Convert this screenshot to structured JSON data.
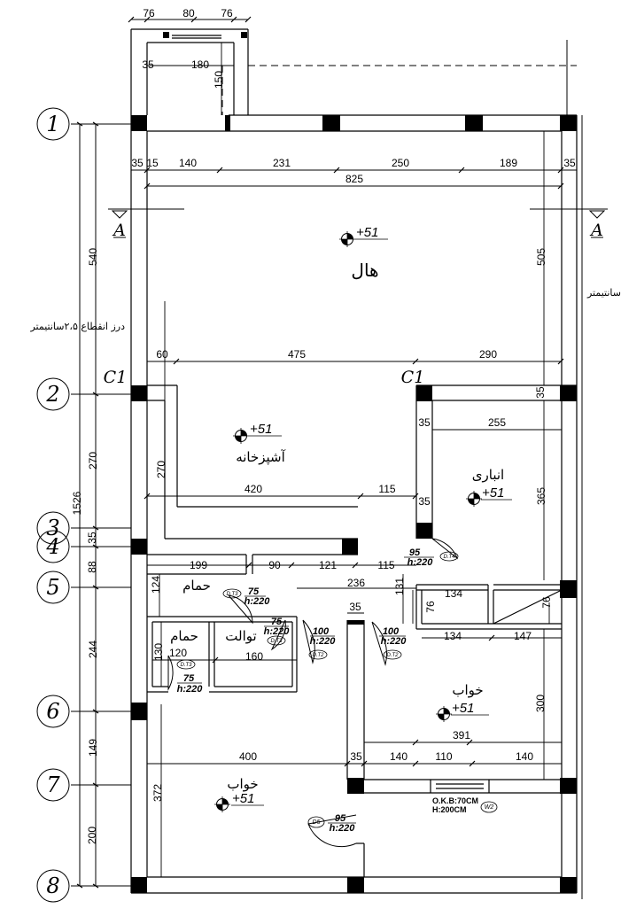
{
  "rooms": {
    "hall": "هال",
    "kitchen": "آشپزخانه",
    "storage": "انباری",
    "bath_upper": "حمام",
    "bath_lower": "حمام",
    "toilet": "توالت",
    "bedroom_right": "خواب",
    "bedroom_left": "خواب"
  },
  "levels": {
    "hall": "+51",
    "kitchen": "+51",
    "storage": "+51",
    "bedroom_right": "+51",
    "bedroom_left": "+51"
  },
  "axes": [
    "1",
    "2",
    "3",
    "4",
    "5",
    "6",
    "7",
    "8"
  ],
  "section": {
    "left": "A",
    "right": "A"
  },
  "columns": {
    "c1_left": "C1",
    "c1_mid": "C1"
  },
  "side_note_left": "درز انقطاع ۲،۵سانتیمتر",
  "side_note_right": "سانتیمتر",
  "dims": {
    "top_76_left": "76",
    "top_80": "80",
    "top_76_right": "76",
    "balcony_35": "35",
    "balcony_180": "180",
    "balcony_150": "150",
    "row1_35": "35",
    "row1_15": "15",
    "row1_140": "140",
    "row1_231": "231",
    "row1_250": "250",
    "row1_189": "189",
    "row1_35_right": "35",
    "overall_825": "825",
    "left_540": "540",
    "right_505": "505",
    "row2_60": "60",
    "row2_475": "475",
    "row2_290": "290",
    "right_35": "35",
    "kitchen_270": "270",
    "storage_35": "35",
    "storage_255": "255",
    "kitchen_420": "420",
    "kitchen_115": "115",
    "storage_35_b": "35",
    "right_365": "365",
    "left_270": "270",
    "left_1526": "1526",
    "left_35": "35",
    "left_88": "88",
    "left_244": "244",
    "left_149": "149",
    "left_200": "200",
    "corr_199": "199",
    "corr_90": "90",
    "corr_121": "121",
    "corr_115": "115",
    "bath_124": "124",
    "corr_236": "236",
    "corr_131": "131",
    "closet_134_top": "134",
    "closet_76_left": "76",
    "closet_76_right": "76",
    "closet_134_bot": "134",
    "closet_147": "147",
    "wall_35": "35",
    "bath2_120": "120",
    "bath2_130": "130",
    "toilet_160": "160",
    "right_300": "300",
    "bed_391": "391",
    "bed_400": "400",
    "bed_35": "35",
    "bed_140_a": "140",
    "bed_110": "110",
    "bed_140_b": "140",
    "bed_372": "372"
  },
  "doors": {
    "dt4_w": "95",
    "dt4_h": "h:220",
    "dt4_tag": "D.T4",
    "dt3a_w": "75",
    "dt3a_h": "h:220",
    "dt3a_tag": "D.T3",
    "dt3b_w": "75",
    "dt3b_h": "h:220",
    "dt3b_tag": "D.T3",
    "dt3c_w": "75",
    "dt3c_h": "h:220",
    "dt3c_tag": "D.T3",
    "dt2a_w": "100",
    "dt2a_h": "h:220",
    "dt2a_tag": "D.T2",
    "dt2b_w": "100",
    "dt2b_h": "h:220",
    "dt2b_tag": "D.T2",
    "d5_w": "95",
    "d5_h": "h:220",
    "d5_tag": "D5"
  },
  "window": {
    "okb": "O.K.B:70CM",
    "height": "H:200CM",
    "tag": "W2"
  }
}
